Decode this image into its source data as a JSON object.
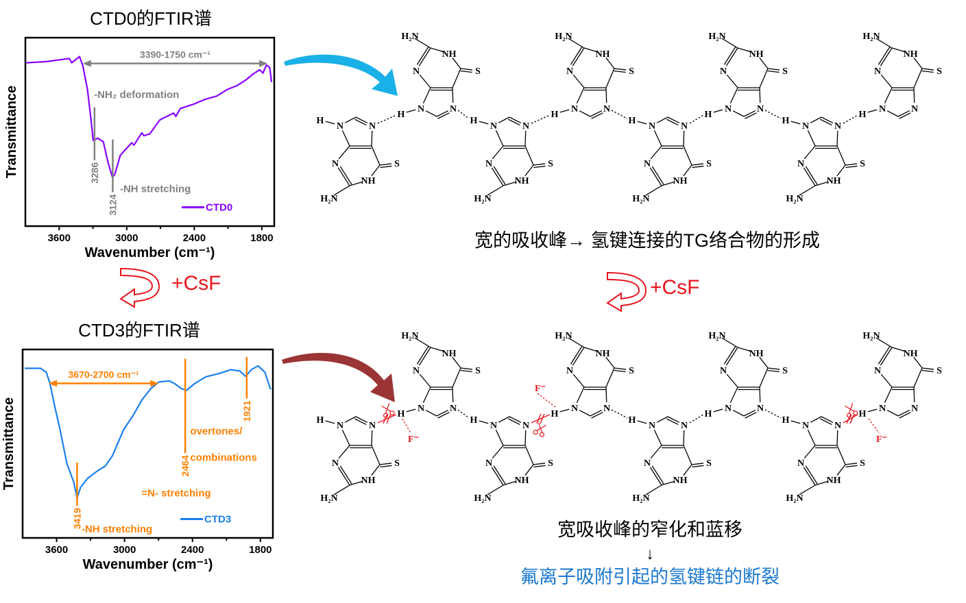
{
  "top_title": "CTD0的FTIR谱",
  "bottom_title": "CTD3的FTIR谱",
  "reagent_label_left": "+CsF",
  "reagent_label_right": "+CsF",
  "caption_top": "宽的吸收峰→ 氢键连接的TG络合物的形成",
  "caption_bottom_1": "宽吸收峰的窄化和蓝移",
  "caption_arrow": "↓",
  "caption_bottom_2": "氟离子吸附引起的氢键链的断裂",
  "atoms": {
    "amine": "H₂N",
    "nh": "NH",
    "n": "N",
    "s": "S",
    "h": "H",
    "fluoride": "F⁻"
  },
  "colors": {
    "ctd0": "#8a00ff",
    "ctd3": "#1a7ff0",
    "gray_annot": "#808080",
    "orange_annot": "#ff8000",
    "red": "#e8141c",
    "blue_arrow": "#1ab0e8",
    "darkred_arrow": "#9b3535",
    "caption_blue": "#1a78d0"
  },
  "chart_data": [
    {
      "type": "line",
      "title": "CTD0的FTIR谱",
      "xlabel": "Wavenumber (cm⁻¹)",
      "ylabel": "Transmittance",
      "xlim": [
        3900,
        1690
      ],
      "ylim": [
        0,
        100
      ],
      "xticks": [
        3600,
        3000,
        2400,
        1800
      ],
      "minor_xticks": [
        3300,
        2700,
        2100
      ],
      "legend": {
        "label": "CTD0",
        "placement": "bottom-right"
      },
      "series": [
        {
          "name": "CTD0",
          "color": "#8a00ff",
          "x": [
            3892,
            3711,
            3509,
            3489,
            3419,
            3389,
            3349,
            3318,
            3298,
            3258,
            3208,
            3167,
            3127,
            3107,
            3057,
            2956,
            2936,
            2866,
            2846,
            2795,
            2705,
            2584,
            2564,
            2524,
            2403,
            2303,
            2202,
            2101,
            2021,
            1941,
            1881,
            1820,
            1790,
            1760,
            1730,
            1714
          ],
          "y": [
            86.7,
            87.3,
            89,
            86.7,
            90,
            85,
            72.7,
            57,
            45.5,
            46.7,
            44.8,
            34,
            26,
            27.3,
            37.6,
            44.2,
            43,
            49.5,
            48,
            49,
            56.4,
            60,
            58.2,
            62.4,
            64.8,
            67.3,
            69,
            72.7,
            74.5,
            77.6,
            80.6,
            83,
            81.2,
            85.5,
            84.2,
            76.4
          ]
        }
      ],
      "range_arrows": [
        {
          "from": 3390,
          "to": 1750,
          "y": 86.3,
          "label": "3390-1750 cm⁻¹",
          "color": "#808080"
        }
      ],
      "peaks": [
        {
          "x": 3286,
          "y_top": 63,
          "y_bottom": 35,
          "label": "3286",
          "color": "#808080"
        },
        {
          "x": 3124,
          "y_top": 46,
          "y_bottom": 18,
          "label": "3124",
          "color": "#808080"
        }
      ],
      "notes": [
        {
          "text": "-NH₂ deformation",
          "x": 3290,
          "y": 68,
          "color": "#808080"
        },
        {
          "text": "-NH stretching",
          "x": 3060,
          "y": 18,
          "color": "#808080"
        }
      ]
    },
    {
      "type": "line",
      "title": "CTD3的FTIR谱",
      "xlabel": "Wavenumber (cm⁻¹)",
      "ylabel": "Transmittance",
      "xlim": [
        3900,
        1690
      ],
      "ylim": [
        0,
        100
      ],
      "xticks": [
        3600,
        3000,
        2400,
        1800
      ],
      "minor_xticks": [
        3300,
        2700,
        2100
      ],
      "legend": {
        "label": "CTD3",
        "placement": "bottom-right"
      },
      "series": [
        {
          "name": "CTD3",
          "color": "#1a7ff0",
          "x": [
            3882,
            3741,
            3691,
            3660,
            3620,
            3570,
            3509,
            3449,
            3419,
            3389,
            3328,
            3248,
            3168,
            3107,
            3007,
            2926,
            2846,
            2765,
            2695,
            2605,
            2554,
            2504,
            2454,
            2383,
            2283,
            2162,
            2061,
            1981,
            1931,
            1880,
            1820,
            1760,
            1710
          ],
          "y": [
            90,
            90,
            87.9,
            82.4,
            70.9,
            57.6,
            39.4,
            29.7,
            21.2,
            26.7,
            31.5,
            35.2,
            38.2,
            43.6,
            57.6,
            64.8,
            73.3,
            79.4,
            82.8,
            83.3,
            81.8,
            79.4,
            78.2,
            81.8,
            85.5,
            87.3,
            89.3,
            88.5,
            85.7,
            89.3,
            91.3,
            87.9,
            78.8
          ]
        }
      ],
      "range_arrows": [
        {
          "from": 3670,
          "to": 2700,
          "y": 82,
          "label": "3670-2700 cm⁻¹",
          "color": "#ff8000"
        }
      ],
      "peaks": [
        {
          "x": 3419,
          "y_top": 40,
          "y_bottom": 17,
          "label": "3419",
          "color": "#ff8000"
        },
        {
          "x": 2464,
          "y_top": 95,
          "y_bottom": 45,
          "label": "2464",
          "color": "#ff8000"
        },
        {
          "x": 1921,
          "y_top": 96,
          "y_bottom": 74,
          "label": "1921",
          "color": "#ff8000"
        }
      ],
      "notes": [
        {
          "text": "overtones/",
          "x": 2420,
          "y": 55,
          "color": "#ff8000"
        },
        {
          "text": "combinations",
          "x": 2420,
          "y": 41,
          "color": "#ff8000"
        },
        {
          "text": "=N- stretching",
          "x": 2850,
          "y": 22,
          "color": "#ff8000"
        },
        {
          "text": "-NH stretching",
          "x": 3380,
          "y": 3,
          "color": "#ff8000"
        }
      ]
    }
  ]
}
